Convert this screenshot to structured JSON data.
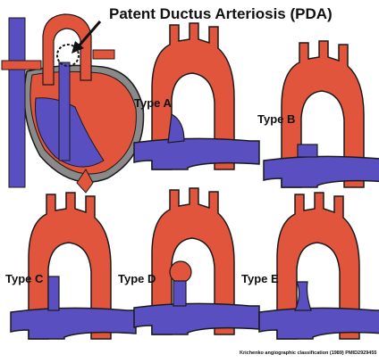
{
  "title": "Patent Ductus Arteriosis (PDA)",
  "types": {
    "a": "Type A",
    "b": "Type B",
    "c": "Type C",
    "d": "Type D",
    "e": "Type E"
  },
  "caption": "Krichenko angiographic classification (1989) PMID2929455",
  "colors": {
    "aorta": "#e2553d",
    "pulmonary": "#5a4fc0",
    "outline": "#1a1a1a",
    "heart_shadow": "#8a8a8a"
  }
}
